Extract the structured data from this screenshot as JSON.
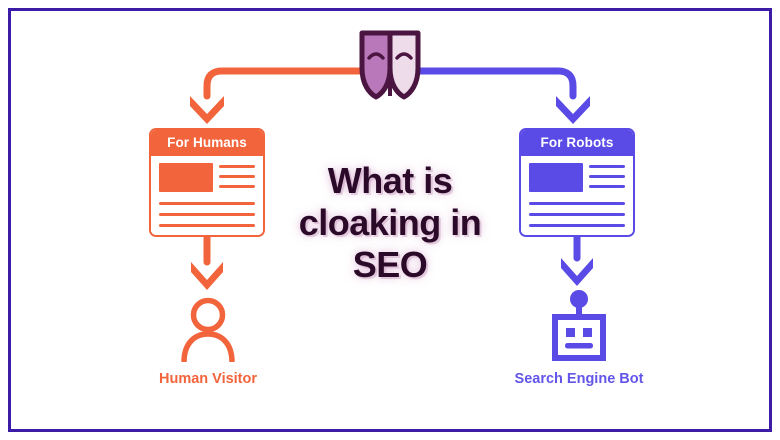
{
  "page": {
    "title": "What is cloaking in SEO",
    "title_lines": [
      "What is",
      "cloaking in",
      "SEO"
    ],
    "frame_color": "#3C1BA6",
    "background": "#ffffff"
  },
  "colors": {
    "human_orange": "#F2643C",
    "robot_purple": "#5B4BE6",
    "robot_label_purple": "#6355E8",
    "title_dark": "#2A0A28",
    "mask_outline": "#4A1540",
    "mask_left_fill": "#B978B9",
    "mask_right_fill": "#EFDCEB",
    "frame_indigo": "#3C1BA6"
  },
  "center_icon": {
    "name": "theater-mask-icon",
    "description": "two-tone theatrical mask"
  },
  "branches": {
    "left": {
      "card": {
        "header_label": "For Humans",
        "accent": "#F2643C",
        "side_line_count": 3,
        "bottom_line_count": 3
      },
      "figure": {
        "icon": "person-icon",
        "label": "Human Visitor",
        "color": "#F2643C"
      },
      "connector_color": "#F2643C"
    },
    "right": {
      "card": {
        "header_label": "For Robots",
        "accent": "#5B4BE6",
        "side_line_count": 3,
        "bottom_line_count": 3
      },
      "figure": {
        "icon": "robot-icon",
        "label": "Search Engine Bot",
        "color": "#6355E8"
      },
      "connector_color": "#5B4BE6"
    }
  }
}
